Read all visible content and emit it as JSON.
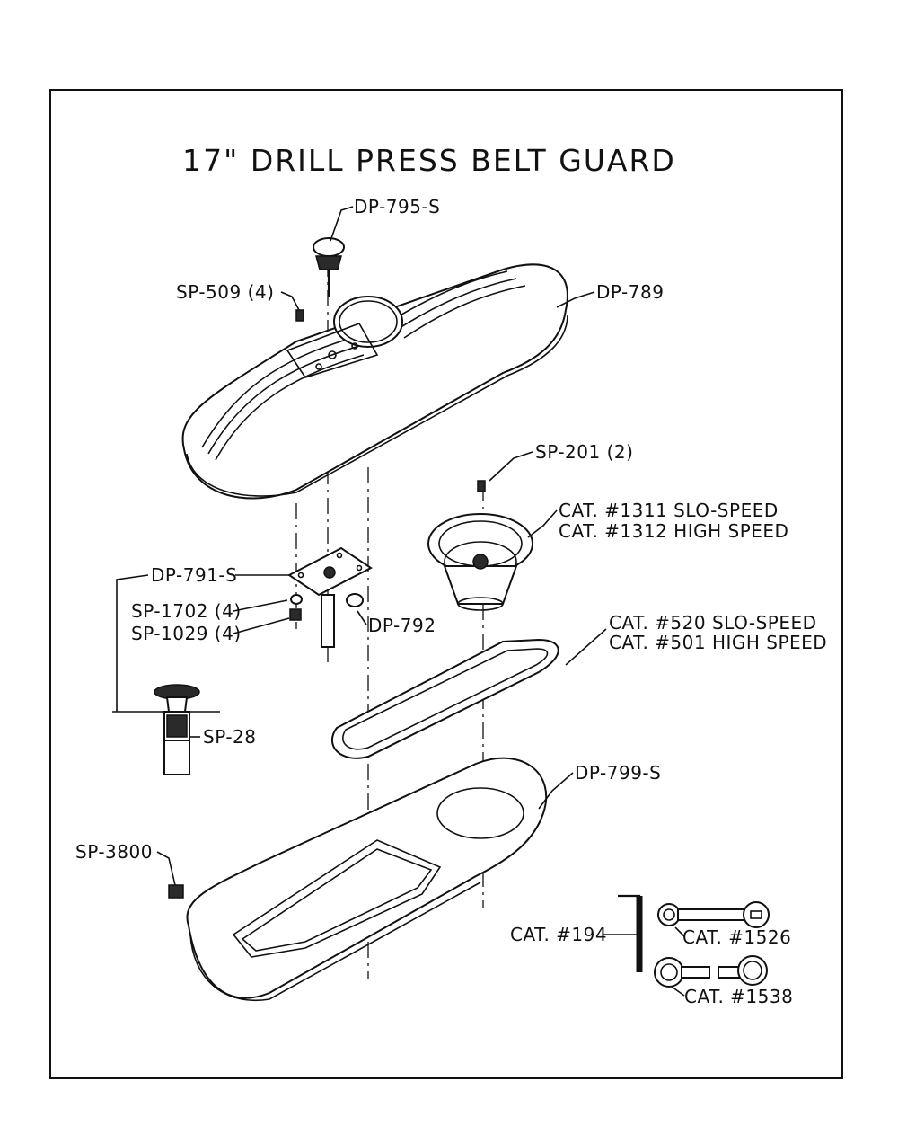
{
  "title": "17\" DRILL PRESS BELT GUARD",
  "labels": {
    "dp795s": "DP-795-S",
    "dp789": "DP-789",
    "sp509": "SP-509 (4)",
    "sp201": "SP-201 (2)",
    "cat1311": "CAT. #1311 SLO-SPEED",
    "cat1312": "CAT. #1312 HIGH SPEED",
    "dp791s": "DP-791-S",
    "sp1702": "SP-1702 (4)",
    "sp1029": "SP-1029 (4)",
    "dp792": "DP-792",
    "cat520": "CAT. #520 SLO-SPEED",
    "cat501": "CAT. #501 HIGH SPEED",
    "sp28": "SP-28",
    "dp799s": "DP-799-S",
    "sp3800": "SP-3800",
    "cat194": "CAT. #194",
    "cat1526": "CAT. #1526",
    "cat1538": "CAT. #1538"
  }
}
